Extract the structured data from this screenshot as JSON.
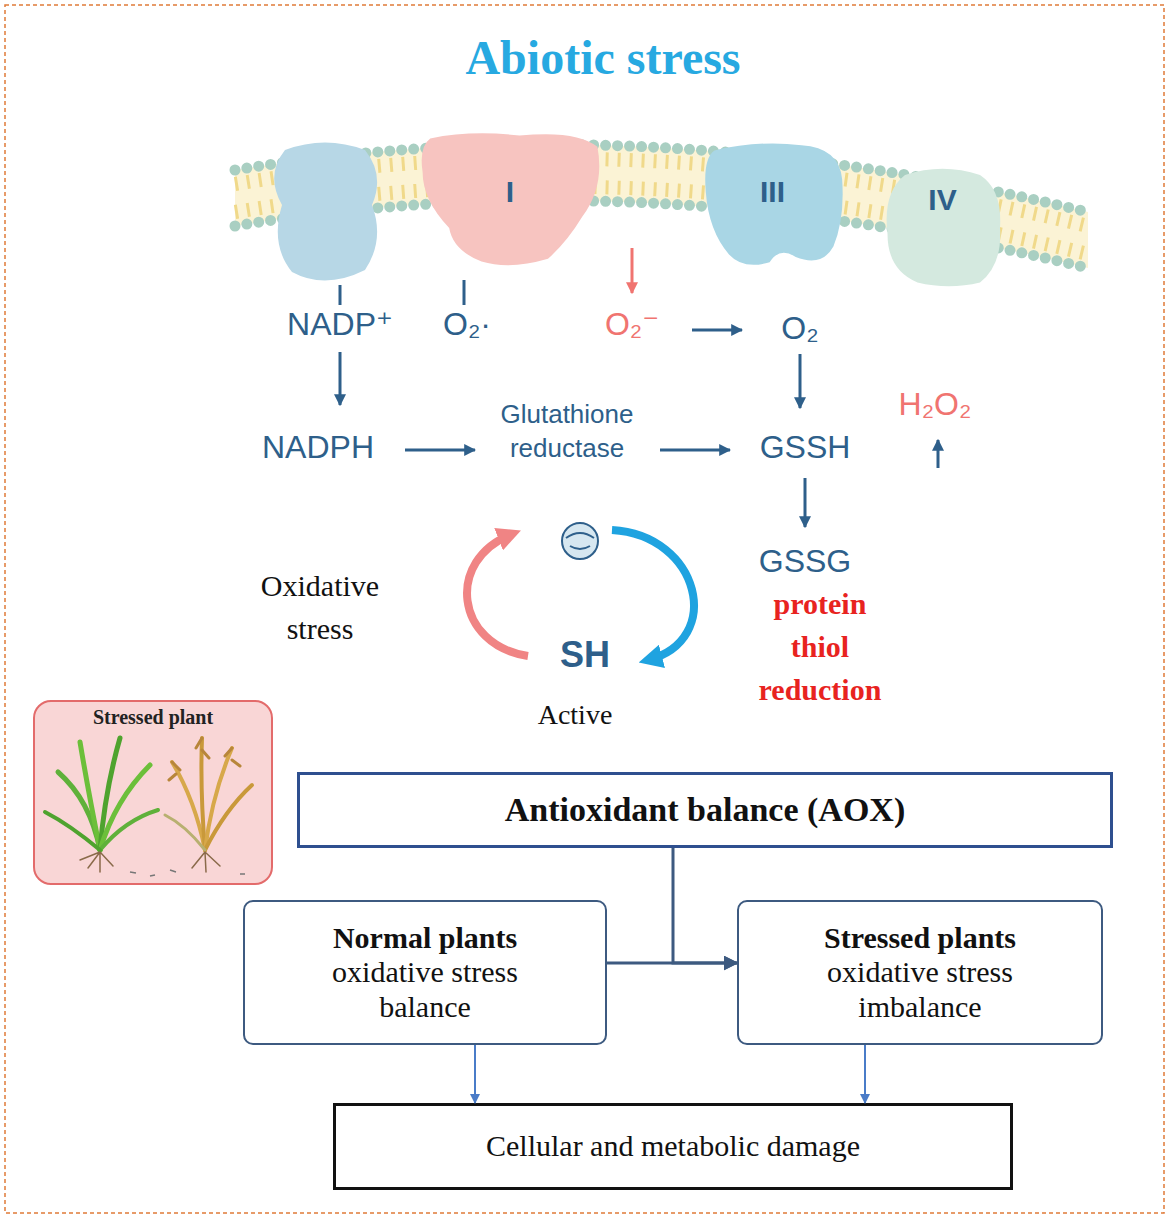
{
  "diagram": {
    "title": "Abiotic stress",
    "nodes": [
      {
        "text": [
          "I"
        ]
      },
      {
        "text": [
          "III"
        ]
      },
      {
        "text": [
          "IV"
        ]
      },
      {
        "text": [
          "Stressed plant"
        ]
      },
      {
        "text": [
          "Antioxidant balance (AOX)"
        ]
      },
      {
        "text": [
          "Normal plants",
          "oxidative stress balance"
        ]
      },
      {
        "text": [
          "Stressed plants",
          "oxidative stress imbalance"
        ]
      },
      {
        "text": [
          "Cellular and metabolic damage"
        ]
      }
    ],
    "edges": [
      {
        "from": 5,
        "to": 6,
        "arrow": "to"
      },
      {
        "from": 4,
        "to": 6,
        "arrow": "to"
      },
      {
        "from": 5,
        "to": 7,
        "arrow": "to"
      },
      {
        "from": 6,
        "to": 7,
        "arrow": "to"
      }
    ],
    "labels": [
      "NADP⁺",
      "O₂·",
      "O₂⁻",
      "O₂",
      "NADPH",
      "Glutathione reductase",
      "GSSH",
      "H₂O₂",
      "GSSG",
      "protein thiol reduction",
      "Oxidative stress",
      "SH",
      "Active"
    ]
  }
}
